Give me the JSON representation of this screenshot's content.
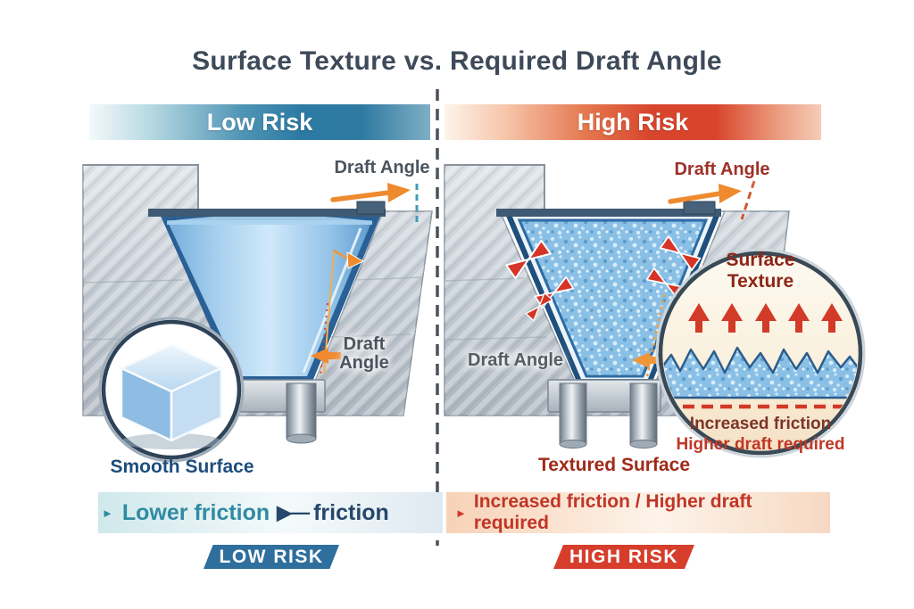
{
  "title": "Surface Texture vs. Required Draft Angle",
  "left_panel": {
    "header_label": "Low Risk",
    "draft_angle_label_top": "Draft Angle",
    "draft_angle_side_line1": "Draft",
    "draft_angle_side_line2": "Angle",
    "inset_caption": "Smooth Surface",
    "banner": {
      "bullet": "►",
      "highlight_text": "Lower friction",
      "arrow_glyph": "▶—",
      "end_text": "friction"
    },
    "badge_label": "LOW RISK"
  },
  "right_panel": {
    "header_label": "High Risk",
    "draft_angle_label_top": "Draft Angle",
    "draft_angle_label_side": "Draft Angle",
    "surface_caption": "Textured Surface",
    "inset": {
      "title_line1": "Surface",
      "title_line2": "Texture",
      "note_line1": "Increased friction",
      "note_line2": "Higher draft required"
    },
    "banner": {
      "bullet": "►",
      "text": "Increased friction / Higher draft required"
    },
    "badge_label": "HIGH RISK"
  },
  "colors": {
    "low_risk_accent": "#2e6f9d",
    "high_risk_accent": "#d63e2b",
    "arrow_orange": "#ef8a2e",
    "friction_red": "#d53426",
    "title_color": "#3e4a59",
    "mold_gray": "#c3cbd3",
    "part_blue": "#a8d0ee"
  }
}
